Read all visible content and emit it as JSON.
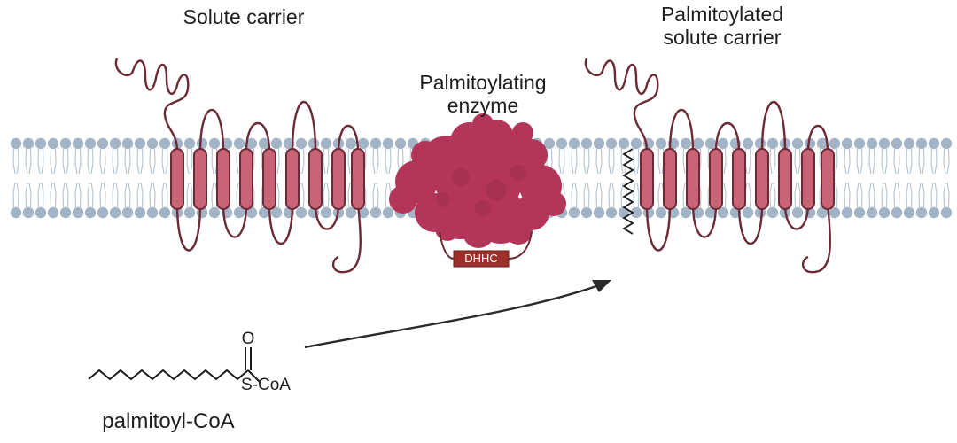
{
  "labels": {
    "solute_carrier": "Solute carrier",
    "palmitoylating_enzyme": [
      "Palmitoylating",
      "enzyme"
    ],
    "palmitoylated_solute_carrier": [
      "Palmitoylated",
      "solute carrier"
    ],
    "dhhc": "DHHC",
    "palmitoyl_coa": "palmitoyl-CoA",
    "carbonyl_oxygen": "O",
    "thioester_group": "S-CoA"
  },
  "colors": {
    "lipid_head": "#a2b4c6",
    "lipid_tail": "#b9c6d3",
    "helix_fill": "#c86476",
    "protein_line": "#6a2a36",
    "enzyme": "#b3365a",
    "dhhc_box": "#9c2f2a",
    "text": "#1e1e1e",
    "arrow": "#2a2a2a"
  },
  "icons": [
    "solute-carrier-protein",
    "palmitoylating-enzyme-blob",
    "palmitoylated-carrier-protein",
    "palmitoyl-coa-structure",
    "reaction-arrow"
  ]
}
